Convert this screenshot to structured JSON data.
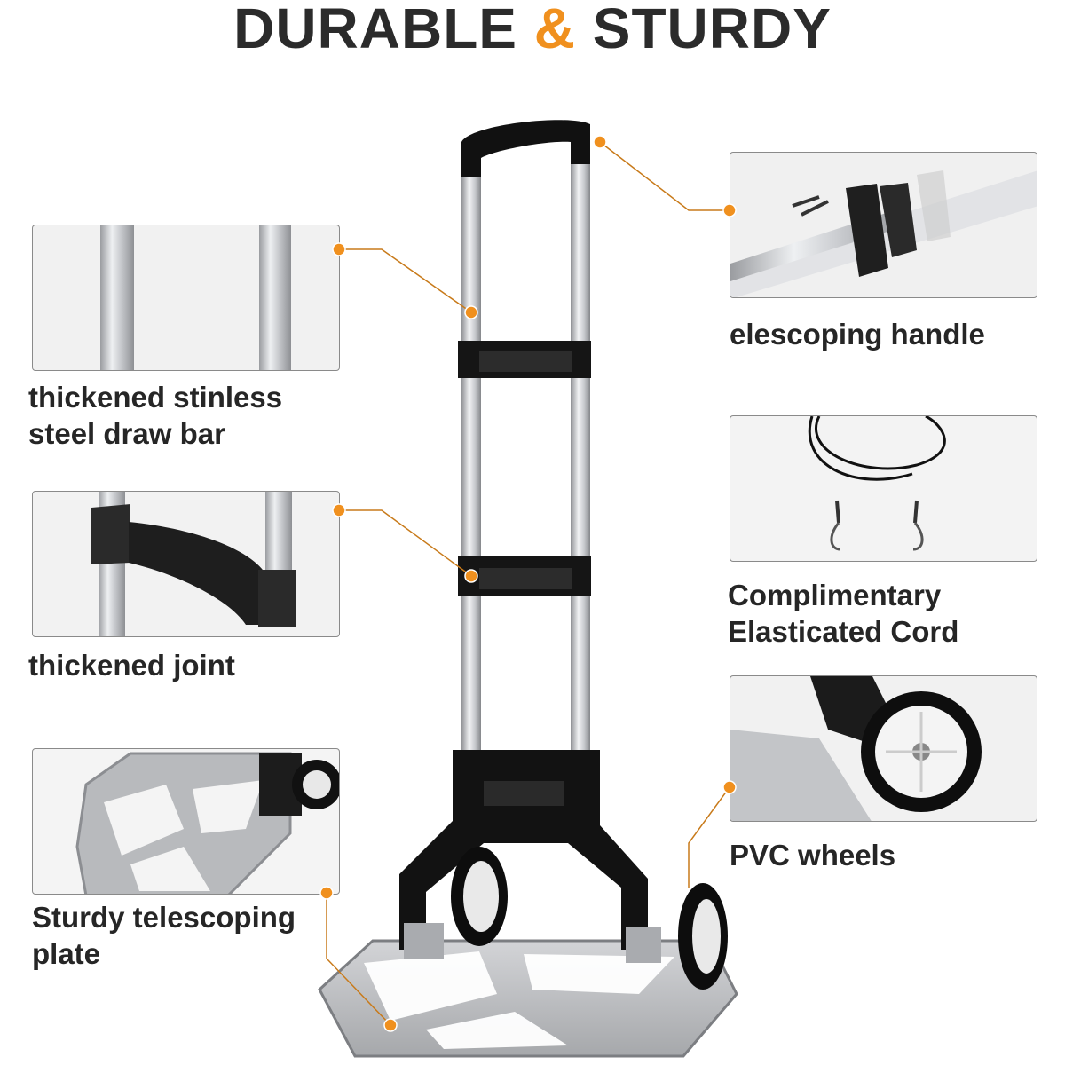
{
  "title": {
    "part1": "DURABLE",
    "amp": "&",
    "part2": "STURDY"
  },
  "features": [
    {
      "lines": [
        "thickened stinless",
        "steel draw bar"
      ]
    },
    {
      "lines": [
        "thickened  joint"
      ]
    },
    {
      "lines": [
        "Sturdy telescoping",
        "plate"
      ]
    },
    {
      "lines": [
        "elescoping handle"
      ]
    },
    {
      "lines": [
        "Complimentary",
        "Elasticated Cord"
      ]
    },
    {
      "lines": [
        "PVC wheels"
      ]
    }
  ],
  "colors": {
    "accent": "#f0901e",
    "text": "#262626",
    "frame": "#000000",
    "aluminum": "#d6d8dc"
  }
}
